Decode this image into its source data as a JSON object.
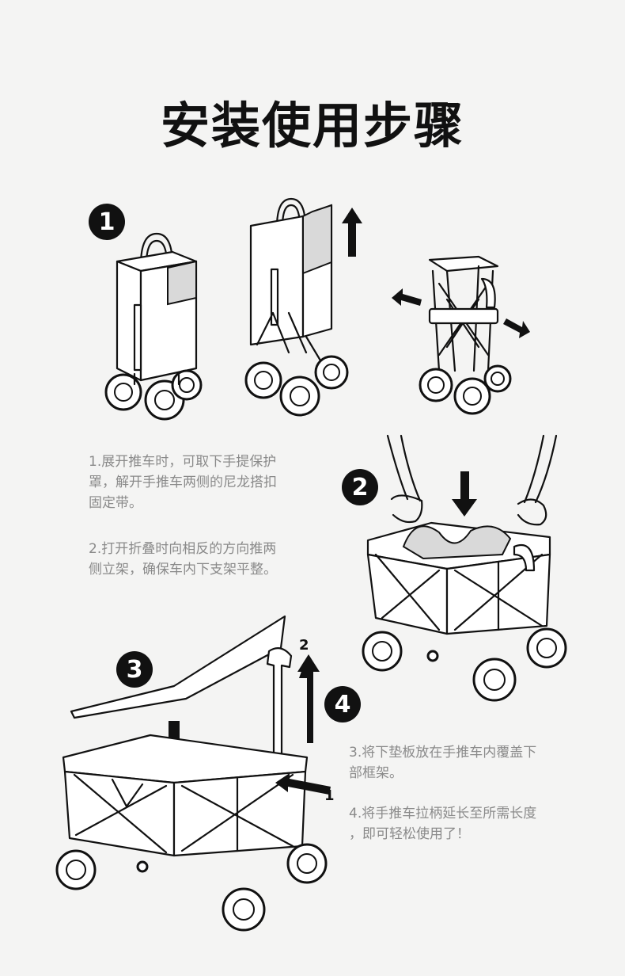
{
  "title": "安装使用步骤",
  "steps": {
    "badge1": "1",
    "badge2": "2",
    "badge3": "3",
    "badge4": "4",
    "text1_line1": "1.展开推车时，可取下手提保护",
    "text1_line2": "罩，解开手推车两侧的尼龙搭扣",
    "text1_line3": "固定带。",
    "text2_line1": "2.打开折叠时向相反的方向推两",
    "text2_line2": "侧立架，确保车内下支架平整。",
    "text3_line1": "3.将下垫板放在手推车内覆盖下",
    "text3_line2": "部框架。",
    "text4_line1": "4.将手推车拉柄延长至所需长度",
    "text4_line2": "，即可轻松使用了！"
  },
  "arrow_labels": {
    "handle_up": "2",
    "handle_side": "1"
  },
  "icons": [
    "folded-cart-illustration",
    "cart-cover-removal-illustration",
    "cart-unfolding-illustration",
    "hands-pressing-cart-illustration",
    "cart-board-insert-illustration",
    "up-arrow-icon",
    "down-arrow-icon",
    "left-arrow-icon",
    "right-arrow-icon"
  ]
}
